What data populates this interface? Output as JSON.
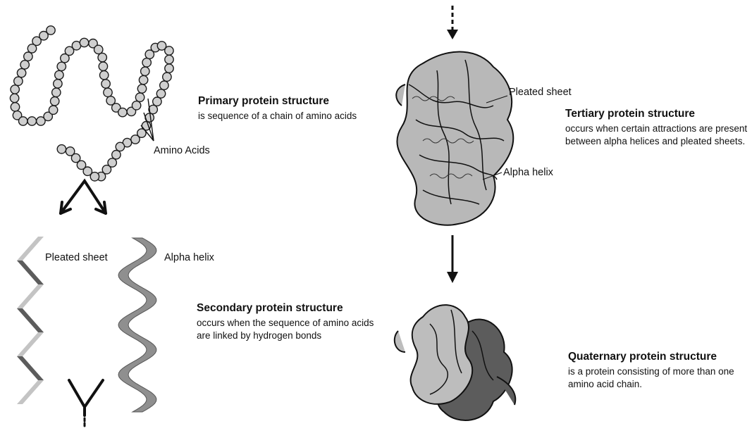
{
  "primary": {
    "title": "Primary protein structure",
    "description": "is sequence of a chain of amino acids",
    "label_amino": "Amino Acids"
  },
  "secondary": {
    "title": "Secondary protein structure",
    "description_line1": "occurs when the sequence of amino acids",
    "description_line2": "are linked by hydrogen bonds",
    "label_sheet": "Pleated sheet",
    "label_helix": "Alpha helix"
  },
  "tertiary": {
    "title": "Tertiary protein structure",
    "description_line1": "occurs when certain attractions are present",
    "description_line2": "between alpha helices and pleated sheets.",
    "label_sheet": "Pleated sheet",
    "label_helix": "Alpha helix"
  },
  "quaternary": {
    "title": "Quaternary protein structure",
    "description_line1": "is a protein consisting of more than one",
    "description_line2": "amino acid chain."
  },
  "colors": {
    "light_gray": "#c4c4c4",
    "mid_gray": "#8f8f8f",
    "dark_gray": "#5c5c5c",
    "outline": "#1a1a1a"
  }
}
